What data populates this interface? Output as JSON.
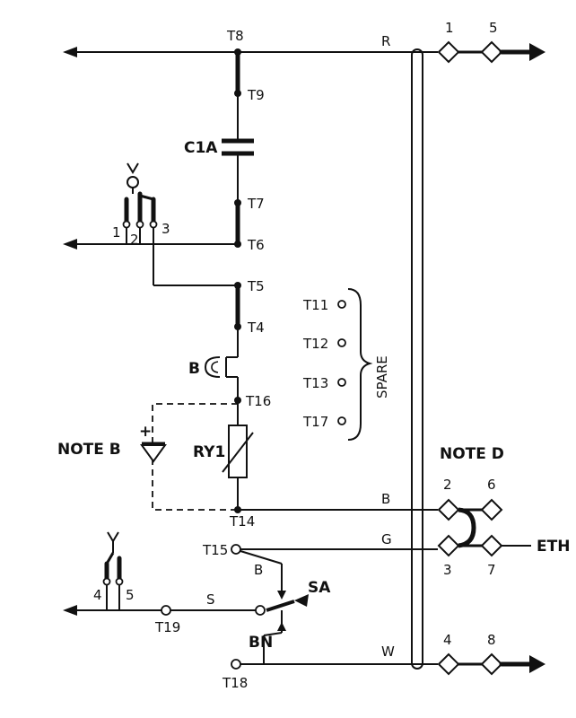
{
  "terminals": {
    "t8": "T8",
    "t9": "T9",
    "c1a": "C1A",
    "t7": "T7",
    "t6": "T6",
    "t5": "T5",
    "t4": "T4",
    "b_ringer": "B",
    "t16": "T16",
    "ry1": "RY1",
    "t14": "T14",
    "t15": "T15",
    "t19": "T19",
    "t18": "T18"
  },
  "spare": {
    "label": "SPARE",
    "terminals": [
      "T11",
      "T12",
      "T13",
      "T17"
    ]
  },
  "notes": {
    "note_b": "NOTE B",
    "note_d": "NOTE D"
  },
  "wire_labels": {
    "r": "R",
    "b": "B",
    "g": "G",
    "w": "W",
    "eth": "ETH",
    "s": "S",
    "b2": "B",
    "bn": "BN",
    "sa": "SA"
  },
  "switch1": {
    "p1": "1",
    "p2": "2",
    "p3": "3"
  },
  "switch2": {
    "p4": "4",
    "p5": "5"
  },
  "connectors": {
    "n1": "1",
    "n5": "5",
    "n2": "2",
    "n6": "6",
    "n3": "3",
    "n7": "7",
    "n4": "4",
    "n8": "8"
  },
  "diode_plus": "+"
}
